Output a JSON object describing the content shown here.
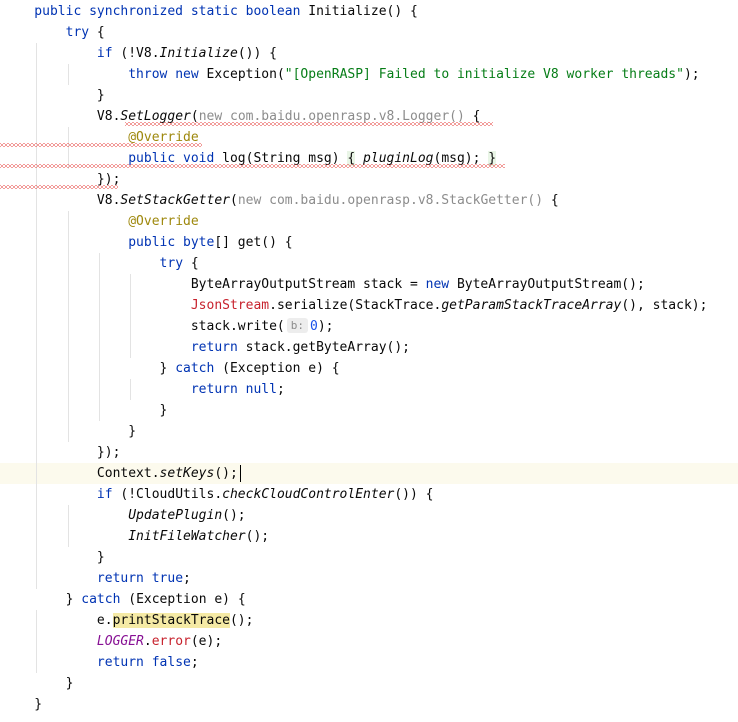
{
  "lines": [
    {
      "indent": 0,
      "current": false,
      "t": [
        {
          "c": "kw",
          "v": "    public synchronized static boolean"
        },
        {
          "c": "",
          "v": " "
        },
        {
          "c": "",
          "v": "Initialize() {"
        }
      ]
    },
    {
      "indent": 1,
      "current": false,
      "t": [
        {
          "c": "",
          "v": "        "
        },
        {
          "c": "kw",
          "v": "try"
        },
        {
          "c": "",
          "v": " {"
        }
      ]
    },
    {
      "indent": 2,
      "current": false,
      "t": [
        {
          "c": "",
          "v": "            "
        },
        {
          "c": "kw",
          "v": "if"
        },
        {
          "c": "",
          "v": " (!V8."
        },
        {
          "c": "it",
          "v": "Initialize"
        },
        {
          "c": "",
          "v": "()) {"
        }
      ]
    },
    {
      "indent": 3,
      "current": false,
      "t": [
        {
          "c": "",
          "v": "                "
        },
        {
          "c": "kw",
          "v": "throw new"
        },
        {
          "c": "",
          "v": " Exception("
        },
        {
          "c": "str",
          "v": "\"[OpenRASP] Failed to initialize V8 worker threads\""
        },
        {
          "c": "",
          "v": ");"
        }
      ]
    },
    {
      "indent": 2,
      "current": false,
      "t": [
        {
          "c": "",
          "v": "            }"
        }
      ]
    },
    {
      "indent": 2,
      "current": false,
      "t": [
        {
          "c": "",
          "v": "            V8."
        },
        {
          "c": "it",
          "v": "SetLogger"
        },
        {
          "c": "",
          "v": "("
        },
        {
          "c": "muted",
          "v": "new com.baidu.openrasp.v8.Logger()"
        },
        {
          "c": "",
          "v": " {"
        }
      ]
    },
    {
      "indent": 3,
      "current": false,
      "t": [
        {
          "c": "",
          "v": "                "
        },
        {
          "c": "ann",
          "v": "@Override"
        }
      ]
    },
    {
      "indent": 3,
      "current": false,
      "t": [
        {
          "c": "",
          "v": "                "
        },
        {
          "c": "kw",
          "v": "public void"
        },
        {
          "c": "",
          "v": " log(String msg) "
        },
        {
          "c": "hlbrace",
          "v": "{"
        },
        {
          "c": "",
          "v": " "
        },
        {
          "c": "it",
          "v": "pluginLog"
        },
        {
          "c": "",
          "v": "(msg); "
        },
        {
          "c": "hlbrace",
          "v": "}"
        }
      ]
    },
    {
      "indent": 2,
      "current": false,
      "t": [
        {
          "c": "",
          "v": "            });"
        }
      ]
    },
    {
      "indent": 2,
      "current": false,
      "t": [
        {
          "c": "",
          "v": "            V8."
        },
        {
          "c": "it",
          "v": "SetStackGetter"
        },
        {
          "c": "",
          "v": "("
        },
        {
          "c": "muted",
          "v": "new com.baidu.openrasp.v8.StackGetter()"
        },
        {
          "c": "",
          "v": " {"
        }
      ]
    },
    {
      "indent": 3,
      "current": false,
      "t": [
        {
          "c": "",
          "v": "                "
        },
        {
          "c": "ann",
          "v": "@Override"
        }
      ]
    },
    {
      "indent": 3,
      "current": false,
      "t": [
        {
          "c": "",
          "v": "                "
        },
        {
          "c": "kw",
          "v": "public byte"
        },
        {
          "c": "",
          "v": "[] get() {"
        }
      ]
    },
    {
      "indent": 4,
      "current": false,
      "t": [
        {
          "c": "",
          "v": "                    "
        },
        {
          "c": "kw",
          "v": "try"
        },
        {
          "c": "",
          "v": " {"
        }
      ]
    },
    {
      "indent": 5,
      "current": false,
      "t": [
        {
          "c": "",
          "v": "                        ByteArrayOutputStream stack = "
        },
        {
          "c": "kw",
          "v": "new"
        },
        {
          "c": "",
          "v": " ByteArrayOutputStream();"
        }
      ]
    },
    {
      "indent": 5,
      "current": false,
      "t": [
        {
          "c": "",
          "v": "                        "
        },
        {
          "c": "red",
          "v": "JsonStream"
        },
        {
          "c": "",
          "v": ".serialize(StackTrace."
        },
        {
          "c": "it",
          "v": "getParamStackTraceArray"
        },
        {
          "c": "",
          "v": "(), stack);"
        }
      ]
    },
    {
      "indent": 5,
      "current": false,
      "t": [
        {
          "c": "",
          "v": "                        stack.write("
        },
        {
          "c": "hint",
          "v": "b:"
        },
        {
          "c": "num",
          "v": "0"
        },
        {
          "c": "",
          "v": ");"
        }
      ]
    },
    {
      "indent": 5,
      "current": false,
      "t": [
        {
          "c": "",
          "v": "                        "
        },
        {
          "c": "kw",
          "v": "return"
        },
        {
          "c": "",
          "v": " stack.getByteArray();"
        }
      ]
    },
    {
      "indent": 4,
      "current": false,
      "t": [
        {
          "c": "",
          "v": "                    } "
        },
        {
          "c": "kw",
          "v": "catch"
        },
        {
          "c": "",
          "v": " (Exception e) {"
        }
      ]
    },
    {
      "indent": 5,
      "current": false,
      "t": [
        {
          "c": "",
          "v": "                        "
        },
        {
          "c": "kw",
          "v": "return null"
        },
        {
          "c": "",
          "v": ";"
        }
      ]
    },
    {
      "indent": 4,
      "current": false,
      "t": [
        {
          "c": "",
          "v": "                    }"
        }
      ]
    },
    {
      "indent": 3,
      "current": false,
      "t": [
        {
          "c": "",
          "v": "                }"
        }
      ]
    },
    {
      "indent": 2,
      "current": false,
      "t": [
        {
          "c": "",
          "v": "            });"
        }
      ]
    },
    {
      "indent": 2,
      "current": true,
      "t": [
        {
          "c": "",
          "v": "            Context."
        },
        {
          "c": "it",
          "v": "setKeys"
        },
        {
          "c": "",
          "v": "();"
        }
      ]
    },
    {
      "indent": 2,
      "current": false,
      "t": [
        {
          "c": "",
          "v": "            "
        },
        {
          "c": "kw",
          "v": "if"
        },
        {
          "c": "",
          "v": " (!CloudUtils."
        },
        {
          "c": "it",
          "v": "checkCloudControlEnter"
        },
        {
          "c": "",
          "v": "()) {"
        }
      ]
    },
    {
      "indent": 3,
      "current": false,
      "t": [
        {
          "c": "",
          "v": "                "
        },
        {
          "c": "it",
          "v": "UpdatePlugin"
        },
        {
          "c": "",
          "v": "();"
        }
      ]
    },
    {
      "indent": 3,
      "current": false,
      "t": [
        {
          "c": "",
          "v": "                "
        },
        {
          "c": "it",
          "v": "InitFileWatcher"
        },
        {
          "c": "",
          "v": "();"
        }
      ]
    },
    {
      "indent": 2,
      "current": false,
      "t": [
        {
          "c": "",
          "v": "            }"
        }
      ]
    },
    {
      "indent": 2,
      "current": false,
      "t": [
        {
          "c": "",
          "v": "            "
        },
        {
          "c": "kw",
          "v": "return true"
        },
        {
          "c": "",
          "v": ";"
        }
      ]
    },
    {
      "indent": 1,
      "current": false,
      "t": [
        {
          "c": "",
          "v": "        } "
        },
        {
          "c": "kw",
          "v": "catch"
        },
        {
          "c": "",
          "v": " (Exception e) {"
        }
      ]
    },
    {
      "indent": 2,
      "current": false,
      "t": [
        {
          "c": "",
          "v": "            e."
        },
        {
          "c": "hlword",
          "v": "printStackTrace"
        },
        {
          "c": "",
          "v": "();"
        }
      ]
    },
    {
      "indent": 2,
      "current": false,
      "t": [
        {
          "c": "",
          "v": "            "
        },
        {
          "c": "static",
          "v": "LOGGER"
        },
        {
          "c": "",
          "v": "."
        },
        {
          "c": "red",
          "v": "error"
        },
        {
          "c": "",
          "v": "(e);"
        }
      ]
    },
    {
      "indent": 2,
      "current": false,
      "t": [
        {
          "c": "",
          "v": "            "
        },
        {
          "c": "kw",
          "v": "return false"
        },
        {
          "c": "",
          "v": ";"
        }
      ]
    },
    {
      "indent": 1,
      "current": false,
      "t": [
        {
          "c": "",
          "v": "        }"
        }
      ]
    },
    {
      "indent": 0,
      "current": false,
      "t": [
        {
          "c": "",
          "v": "    }"
        }
      ]
    }
  ],
  "colors": {
    "keyword": "#0033b3",
    "string": "#067d17",
    "annotation": "#9e880d",
    "number": "#1750eb",
    "error_squiggle": "#e53935"
  }
}
